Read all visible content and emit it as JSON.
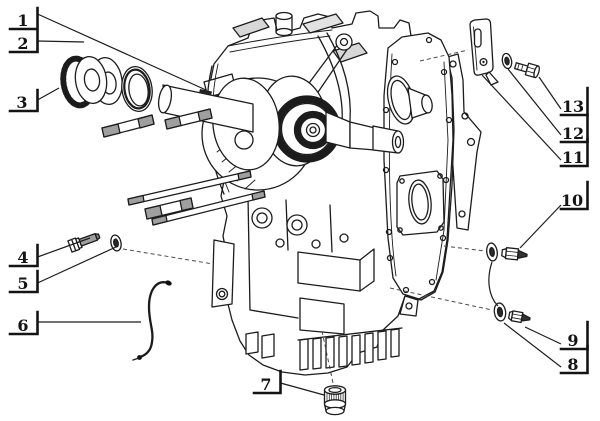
{
  "figure": {
    "kind": "exploded-parts-diagram",
    "background_color": "#ffffff",
    "line_color": "#1c1c1c",
    "shading_color": "#d7d7d7",
    "thread_color": "#9f9f9f",
    "callouts": [
      {
        "label": "1"
      },
      {
        "label": "2"
      },
      {
        "label": "3"
      },
      {
        "label": "4"
      },
      {
        "label": "5"
      },
      {
        "label": "6"
      },
      {
        "label": "7"
      },
      {
        "label": "8"
      },
      {
        "label": "9"
      },
      {
        "label": "10"
      },
      {
        "label": "11"
      },
      {
        "label": "12"
      },
      {
        "label": "13"
      }
    ]
  }
}
